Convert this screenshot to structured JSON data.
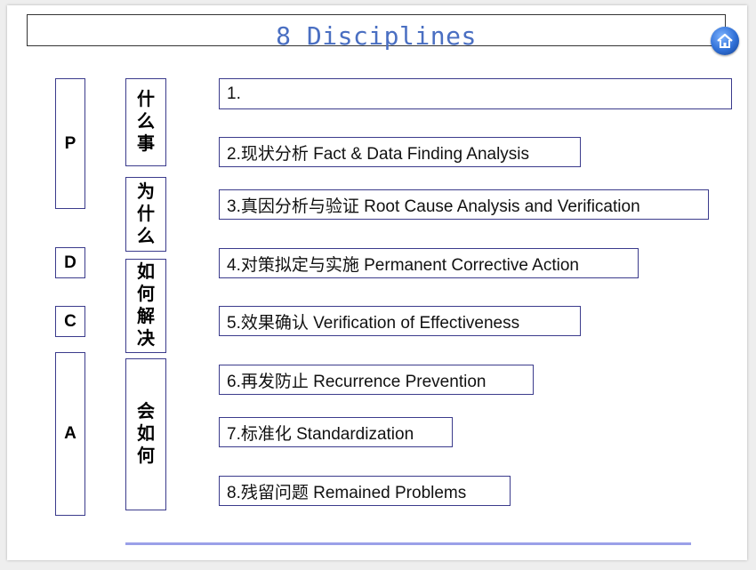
{
  "title": "8 Disciplines",
  "pdca": {
    "p": "P",
    "d": "D",
    "c": "C",
    "a": "A"
  },
  "questions": {
    "what": "什么事",
    "why": "为什么",
    "how": "如何解决",
    "will": "会如何"
  },
  "steps": [
    "1.",
    "2.现状分析  Fact & Data Finding Analysis",
    "3.真因分析与验证  Root Cause Analysis and Verification",
    "4.对策拟定与实施  Permanent Corrective Action",
    "5.效果确认   Verification of Effectiveness",
    "6.再发防止  Recurrence Prevention",
    "7.标准化  Standardization",
    "8.残留问题  Remained Problems"
  ],
  "icons": {
    "home": "home-icon"
  },
  "colors": {
    "title": "#4a6fc2",
    "border": "#3b3b8c",
    "footer_line": "#9aa0e8"
  }
}
